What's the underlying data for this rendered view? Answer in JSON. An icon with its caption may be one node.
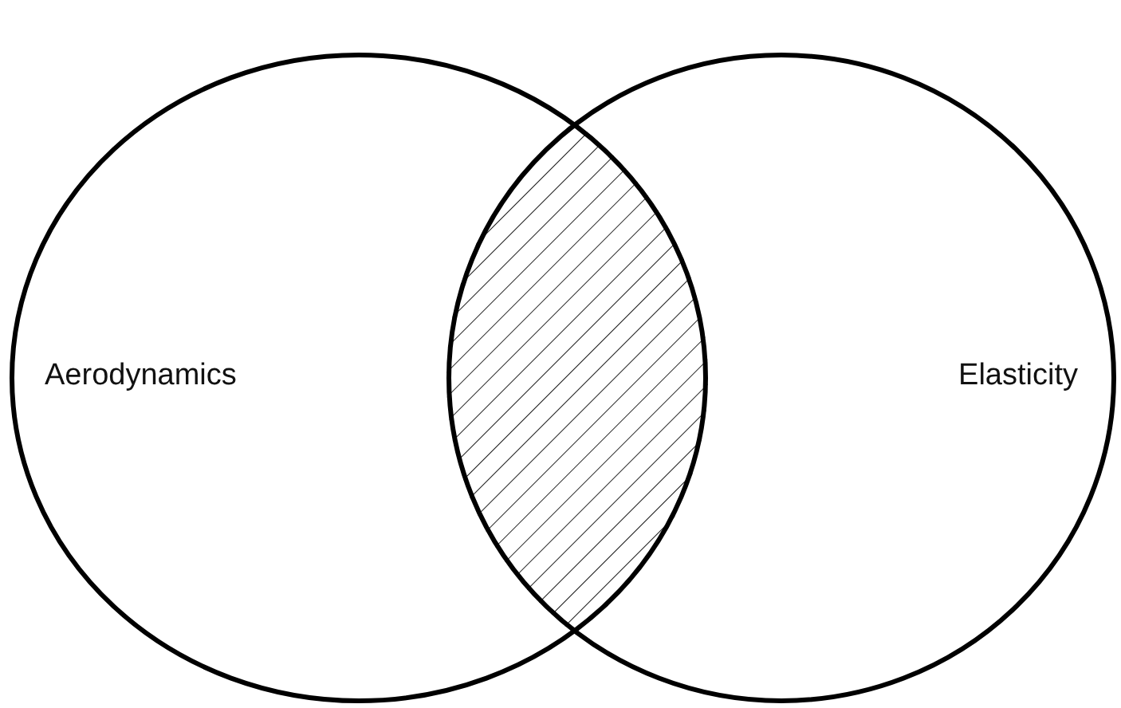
{
  "diagram": {
    "nodes": [
      {
        "text": [
          "Aerodynamics"
        ]
      },
      {
        "text": [
          "Elasticity"
        ]
      },
      {
        "text": [],
        "shape": "lens"
      }
    ]
  }
}
